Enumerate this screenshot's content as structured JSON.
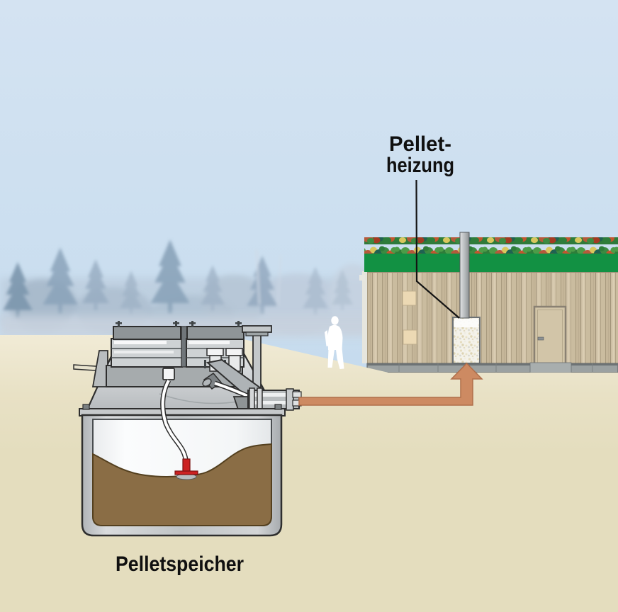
{
  "diagram": {
    "title": "Pellet heating system with underground pellet storage",
    "labels": {
      "heating_line1": "Pellet-",
      "heating_line2": "heizung",
      "storage": "Pelletspeicher"
    },
    "colors": {
      "sky": "#cfe0f0",
      "tree_mist": "#aebfd0",
      "ground": "#e7e0c3",
      "wall": "#cfc1a5",
      "roof_green": "#129143",
      "foundation": "#9ba1a1",
      "arrow": "#cd8a62",
      "pellets": "#8a6d45",
      "nozzle_red": "#cc2222",
      "tank_gray": "#b4b8ba",
      "label_text": "#101010"
    },
    "elements": [
      "pellet-storage-tank",
      "suction-hose",
      "suction-nozzle",
      "vent-pipe",
      "transfer-arrow",
      "pellet-boiler",
      "chimney",
      "green-roof",
      "building-door",
      "person-silhouette",
      "tree-line"
    ]
  }
}
